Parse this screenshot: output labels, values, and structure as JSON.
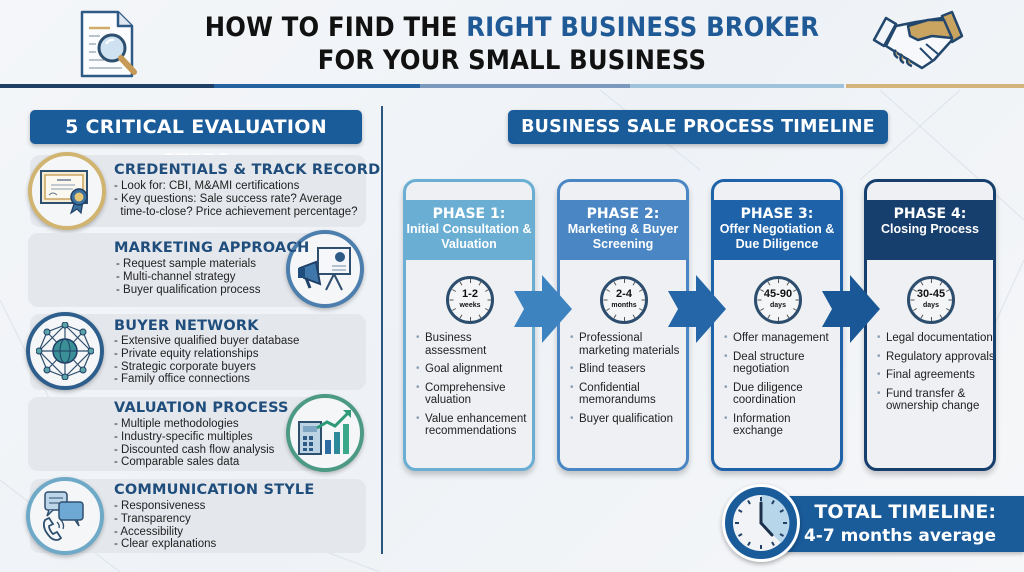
{
  "header": {
    "title_part1": "HOW TO FIND THE ",
    "title_accent": "RIGHT BUSINESS BROKER",
    "title_line2": "FOR YOUR SMALL BUSINESS",
    "left_icon": "document-search-icon",
    "right_icon": "handshake-icon",
    "color_bar": [
      "#1f3f66",
      "#2563a0",
      "#7b98bd",
      "#9fc3da",
      "#d4b47a"
    ]
  },
  "left_panel": {
    "title": "5 CRITICAL EVALUATION STEPS",
    "steps": [
      {
        "title": "CREDENTIALS & TRACK RECORD",
        "icon": "certificate-icon",
        "items": [
          "- Look for: CBI, M&AMI certifications",
          "- Key questions: Sale success rate? Average",
          "  time-to-close? Price achievement percentage?"
        ]
      },
      {
        "title": "MARKETING APPROACH",
        "icon": "megaphone-presentation-icon",
        "items": [
          "- Request sample materials",
          "- Multi-channel strategy",
          "- Buyer qualification process"
        ]
      },
      {
        "title": "BUYER NETWORK",
        "icon": "globe-network-icon",
        "items": [
          "- Extensive qualified buyer database",
          "- Private equity relationships",
          "- Strategic corporate buyers",
          "- Family office connections"
        ]
      },
      {
        "title": "VALUATION PROCESS",
        "icon": "calculator-growth-chart-icon",
        "items": [
          "- Multiple methodologies",
          "- Industry-specific multiples",
          "- Discounted cash flow analysis",
          "- Comparable sales data"
        ]
      },
      {
        "title": "COMMUNICATION STYLE",
        "icon": "chat-phone-icon",
        "items": [
          "- Responsiveness",
          "- Transparency",
          "- Accessibility",
          "- Clear explanations"
        ]
      }
    ]
  },
  "right_panel": {
    "title": "BUSINESS SALE PROCESS TIMELINE",
    "phases": [
      {
        "label": "PHASE 1:",
        "name": "Initial Consultation & Valuation",
        "duration_value": "1-2",
        "duration_unit": "weeks",
        "color": "#6aaed3",
        "items": [
          "Business assessment",
          "Goal alignment",
          "Comprehensive valuation",
          "Value enhancement recommendations"
        ]
      },
      {
        "label": "PHASE 2:",
        "name": "Marketing & Buyer Screening",
        "duration_value": "2-4",
        "duration_unit": "months",
        "color": "#4a86c4",
        "items": [
          "Professional marketing materials",
          "Blind teasers",
          "Confidential memorandums",
          "Buyer qualification"
        ]
      },
      {
        "label": "PHASE 3:",
        "name": "Offer Negotiation & Due Diligence",
        "duration_value": "45-90",
        "duration_unit": "days",
        "color": "#1e63aa",
        "items": [
          "Offer management",
          "Deal structure negotiation",
          "Due diligence coordination",
          "Information exchange"
        ]
      },
      {
        "label": "PHASE 4:",
        "name": "Closing Process",
        "duration_value": "30-45",
        "duration_unit": "days",
        "color": "#173f6d",
        "items": [
          "Legal documentation",
          "Regulatory approvals",
          "Final agreements",
          "Fund transfer & ownership change"
        ]
      }
    ],
    "total": {
      "title": "TOTAL TIMELINE:",
      "value": "4-7 months average",
      "icon": "clock-icon"
    }
  }
}
